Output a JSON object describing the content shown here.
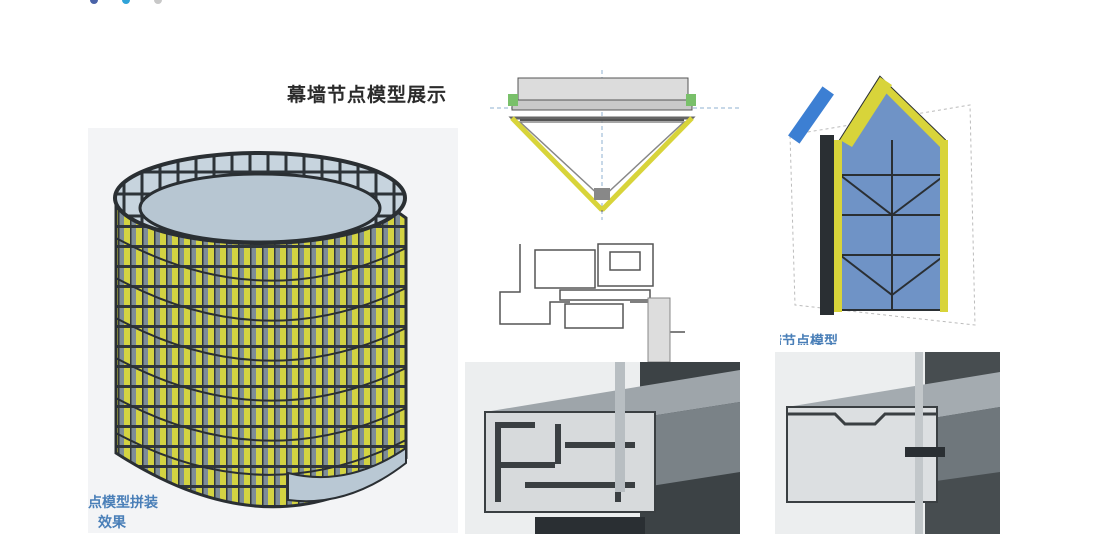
{
  "slide": {
    "title": "幕墙节点模型展示",
    "assembly_label_line1": "点模型拼装",
    "assembly_label_line2": "效果",
    "node_model_label": "幕墙节点模型"
  },
  "colors": {
    "label_blue": "#4a7fb8",
    "mullion_yellow": "#d8d43a",
    "glass_blue": "#6f93c6",
    "frame_dark": "#2a2f33"
  }
}
